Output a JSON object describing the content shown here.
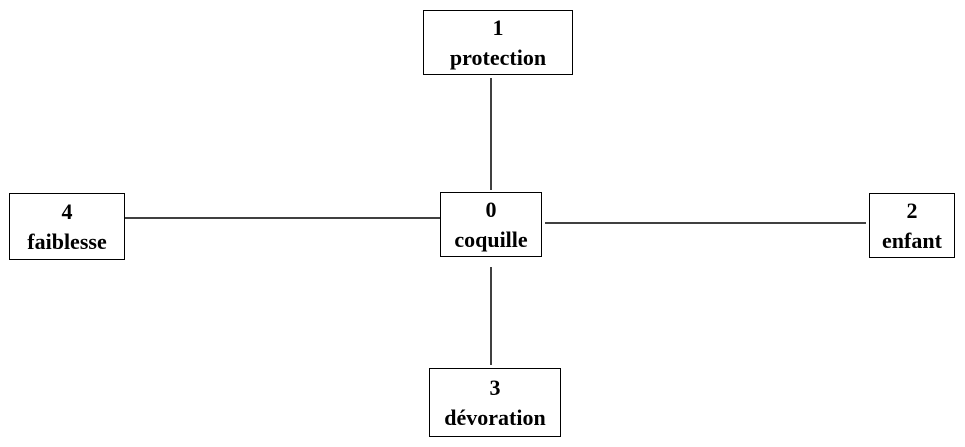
{
  "nodes": {
    "center": {
      "number": "0",
      "label": "coquille"
    },
    "top": {
      "number": "1",
      "label": "protection"
    },
    "right": {
      "number": "2",
      "label": "enfant"
    },
    "bottom": {
      "number": "3",
      "label": "dévoration"
    },
    "left": {
      "number": "4",
      "label": "faiblesse"
    }
  },
  "colors": {
    "line": "#000000",
    "box_border": "#000000",
    "background": "#ffffff"
  }
}
